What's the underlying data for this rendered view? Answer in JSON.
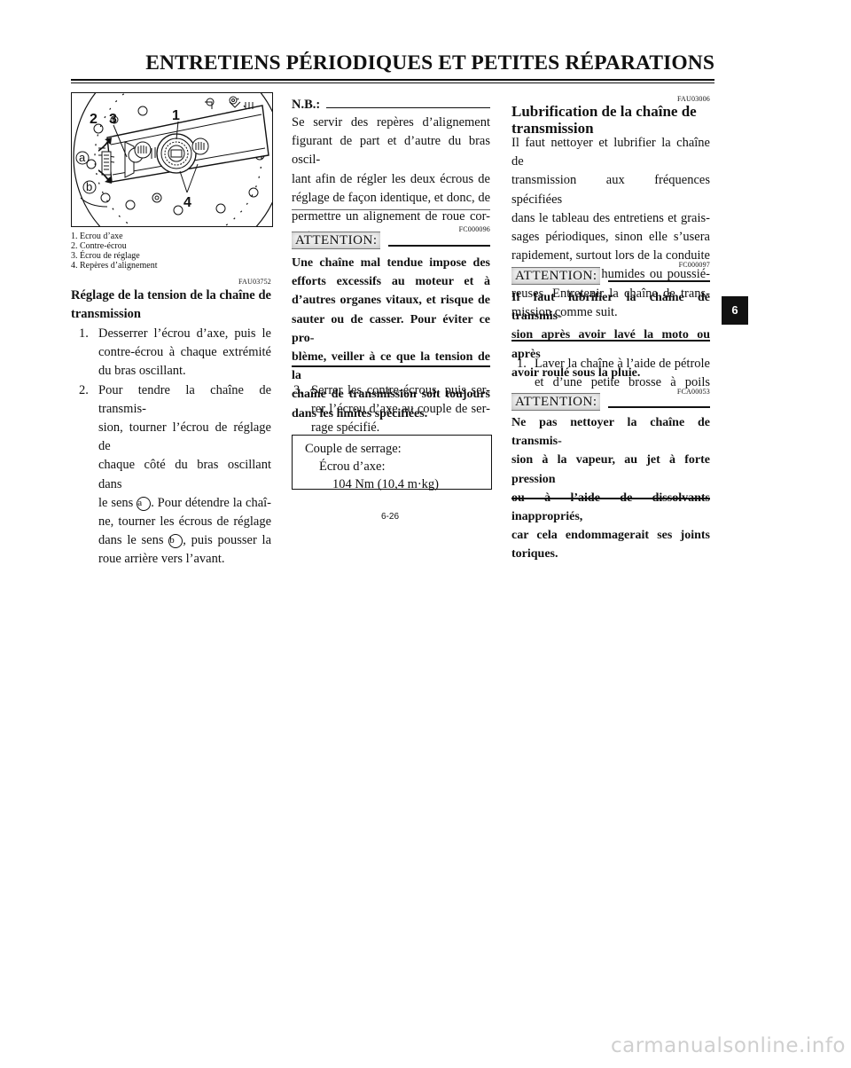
{
  "header": {
    "title": "ENTRETIENS PÉRIODIQUES ET PETITES RÉPARATIONS"
  },
  "figure": {
    "callouts": [
      "1",
      "2",
      "3",
      "4"
    ],
    "arrows": [
      "a",
      "b"
    ],
    "legend": [
      "1.  Ecrou d’axe",
      "2.  Contre-écrou",
      "3.  Écrou de réglage",
      "4.  Repères d’alignement"
    ]
  },
  "col1": {
    "code": "FAU03752",
    "heading_lines": [
      "Réglage de la tension de la chaîne de",
      "transmission"
    ],
    "step1_num": "1.",
    "step1_lines": [
      "Desserrer l’écrou d’axe, puis le",
      "contre-écrou à chaque extrémité",
      "du bras oscillant."
    ],
    "step2_num": "2.",
    "step2_l1": "Pour tendre la chaîne de transmis-",
    "step2_l2": "sion, tourner l’écrou de réglage de",
    "step2_l3": "chaque côté du bras oscillant dans",
    "step2_l4_a": "le sens",
    "step2_l4_circ": "a",
    "step2_l4_b": ". Pour détendre la chaî-",
    "step2_l5": "ne, tourner les écrous de réglage",
    "step2_l6_a": "dans le sens",
    "step2_l6_circ": "b",
    "step2_l6_b": ", puis pousser la",
    "step2_l7": "roue arrière vers l’avant."
  },
  "col2": {
    "nb_label": "N.B.:",
    "nb_lines": [
      "Se servir des repères d’alignement",
      "figurant de part et d’autre du bras oscil-",
      "lant afin de régler les deux écrous de",
      "réglage de façon identique, et donc, de",
      "permettre un alignement de roue cor-",
      "rect."
    ],
    "att1_code": "FC000096",
    "att1_label": "ATTENTION:",
    "att1_lines": [
      "Une chaîne mal tendue impose des",
      "efforts excessifs au moteur et à",
      "d’autres organes vitaux, et risque de",
      "sauter ou de casser. Pour éviter ce pro-",
      "blème, veiller à ce que la tension de la",
      "chaîne de transmission soit toujours",
      "dans les limites spécifiées."
    ],
    "step3_num": "3.",
    "step3_lines": [
      "Serrer les contre-écrous, puis ser-",
      "rer l’écrou d’axe au couple de ser-",
      "rage spécifié."
    ],
    "spec_lines": [
      "Couple de serrage:",
      "Écrou d’axe:",
      "104 Nm (10,4 m·kg)"
    ]
  },
  "col3": {
    "code1": "FAU03006",
    "heading_lines": [
      "Lubrification de la chaîne de",
      "transmission"
    ],
    "intro_lines": [
      "Il faut nettoyer et lubrifier la chaîne de",
      "transmission aux fréquences spécifiées",
      "dans le tableau des entretiens et grais-",
      "sages périodiques, sinon elle s’usera",
      "rapidement, surtout lors de la conduite",
      "dans les régions humides ou poussié-",
      "reuses. Entretenir la chaîne de trans-",
      "mission comme suit."
    ],
    "att2_code": "FC000097",
    "att2_label": "ATTENTION:",
    "att2_lines": [
      "Il faut lubrifier la chaîne de transmis-",
      "sion après avoir lavé la moto ou après",
      "avoir roulé sous la pluie."
    ],
    "step1_num": "1.",
    "step1_lines": [
      "Laver la chaîne à l’aide de pétrole",
      "et d’une petite brosse à poils doux."
    ],
    "att3_code": "FCA00053",
    "att3_label": "ATTENTION:",
    "att3_lines": [
      "Ne pas nettoyer la chaîne de transmis-",
      "sion à la vapeur, au jet à forte pression",
      "ou à l’aide de dissolvants inappropriés,",
      "car cela endommagerait ses joints",
      "toriques."
    ]
  },
  "side_tab": "6",
  "page_number": "6-26",
  "watermark": "carmanualsonline.info"
}
